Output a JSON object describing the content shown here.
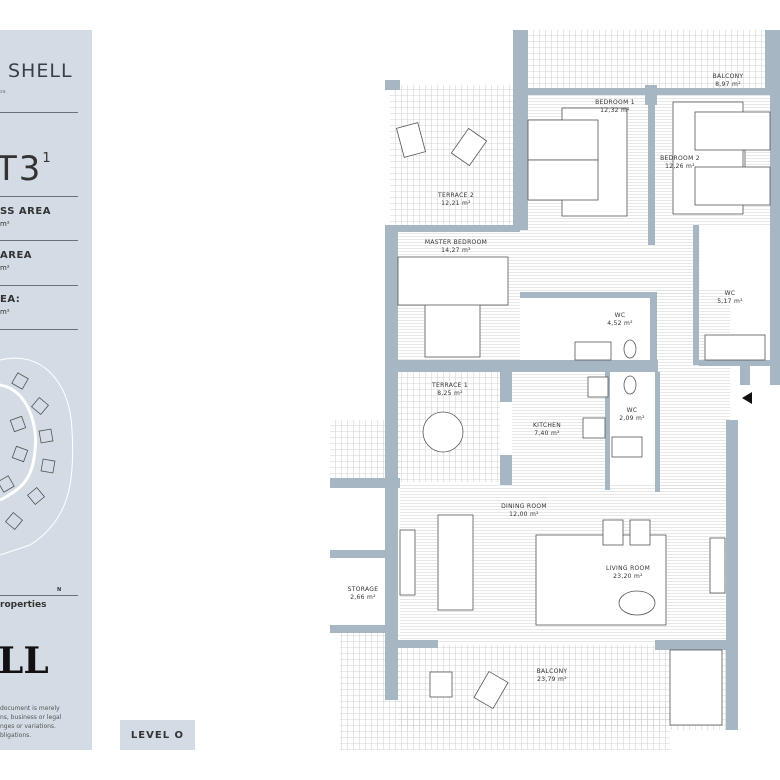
{
  "panel": {
    "brand": "SHELL",
    "brand_sub": "za",
    "unit_type": "T3",
    "unit_sup": "1",
    "areas": [
      {
        "label": "SS AREA",
        "value": "m²"
      },
      {
        "label": "AREA",
        "value": "m²"
      },
      {
        "label": "EA:",
        "value": "m²"
      }
    ],
    "compass": "N",
    "properties": "roperties",
    "logo": "LL",
    "disclaimer": [
      "document is merely",
      "ns, business or legal",
      "nges or variations.",
      "bligations."
    ]
  },
  "level": "LEVEL O",
  "colors": {
    "wall": "#a7b6c3",
    "panel": "#d3dce4"
  },
  "rooms": {
    "balcony_top": {
      "name": "BALCONY",
      "area": "8,97 m²"
    },
    "bedroom1": {
      "name": "BEDROOM 1",
      "area": "12,32 m²"
    },
    "bedroom2": {
      "name": "BEDROOM 2",
      "area": "12,26 m²"
    },
    "terrace2": {
      "name": "TERRACE 2",
      "area": "12,21 m²"
    },
    "master": {
      "name": "MASTER BEDROOM",
      "area": "14,27 m²"
    },
    "wc1": {
      "name": "WC",
      "area": "4,52 m²"
    },
    "wc2": {
      "name": "WC",
      "area": "5,17 m²"
    },
    "terrace1": {
      "name": "TERRACE 1",
      "area": "8,25 m²"
    },
    "kitchen": {
      "name": "KITCHEN",
      "area": "7,40 m²"
    },
    "wc3": {
      "name": "WC",
      "area": "2,09 m²"
    },
    "dining": {
      "name": "DINING ROOM",
      "area": "12,00 m²"
    },
    "living": {
      "name": "LIVING ROOM",
      "area": "23,20 m²"
    },
    "storage": {
      "name": "STORAGE",
      "area": "2,66 m²"
    },
    "balcony_bottom": {
      "name": "BALCONY",
      "area": "23,79 m²"
    }
  }
}
